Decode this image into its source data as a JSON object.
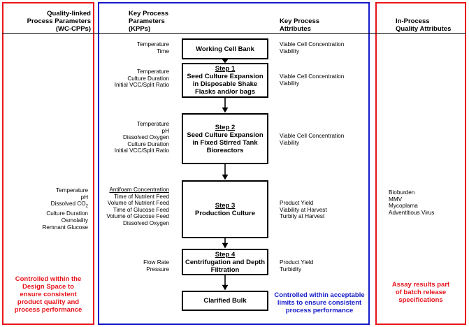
{
  "headers": {
    "wc_cpps": [
      "Quality-linked",
      "Process Parameters",
      "(WC-CPPs)"
    ],
    "kpps": [
      "Key Process",
      "Parameters",
      "(KPPs)"
    ],
    "kpas": [
      "Key Process",
      "Attributes"
    ],
    "iqa": [
      "In-Process",
      "Quality Attributes"
    ]
  },
  "colors": {
    "red": "#e8131b",
    "blue": "#1419c8",
    "black": "#000000"
  },
  "wc_cpps_list": [
    "Temperature",
    "pH",
    "Dissolved CO2",
    "Culture Duration",
    "Osmolality",
    "Remnant Glucose"
  ],
  "steps": [
    {
      "step_label": "",
      "title": [
        "Working Cell Bank"
      ],
      "kpps": [
        "Temperature",
        "Time"
      ],
      "kpas": [
        "Viable Cell Concentration",
        "Viability"
      ]
    },
    {
      "step_label": "Step 1",
      "title": [
        "Seed Culture Expansion",
        "in Disposable Shake",
        "Flasks and/or bags"
      ],
      "kpps": [
        "Temperature",
        "Culture Duration",
        "Initial VCC/Split Ratio"
      ],
      "kpas": [
        "Viable Cell Concentration",
        "Viability"
      ]
    },
    {
      "step_label": "Step 2",
      "title": [
        "Seed Culture Expansion",
        "in Fixed Stirred Tank",
        "Bioreactors"
      ],
      "kpps": [
        "Temperature",
        "pH",
        "Dissolved Oxygen",
        "Culture Duration",
        "Initial VCC/Split Ratio"
      ],
      "kpas": [
        "Viable Cell Concentration",
        "Viability"
      ]
    },
    {
      "step_label": "Step 3",
      "title": [
        "Production Culture"
      ],
      "kpps": [
        "Antifoam Concentration",
        "Time of Nutrient Feed",
        "Volume of Nutrient Feed",
        "Time of Glucose Feed",
        "Volume of Glucose Feed",
        "Dissolved Oxygen"
      ],
      "kpas": [
        "Product Yield",
        "Viability at Harvest",
        "Turbity at Harvest"
      ]
    },
    {
      "step_label": "Step 4",
      "title": [
        "Centrifugation and Depth",
        "Filtration"
      ],
      "kpps": [
        "Flow Rate",
        "Pressure"
      ],
      "kpas": [
        "Product Yield",
        "Turbidity"
      ]
    },
    {
      "step_label": "",
      "title": [
        "Clarified Bulk"
      ],
      "kpps": [],
      "kpas": []
    }
  ],
  "iqa_list": [
    "Bioburden",
    "MMV",
    "Mycoplama",
    "Adventitious Virus"
  ],
  "notes": {
    "left": [
      "Controlled within the",
      "Design Space to",
      "ensure consistent",
      "product quality and",
      "process performance"
    ],
    "middle": [
      "Controlled within acceptable",
      "limits to ensure consistent",
      "process performance"
    ],
    "right": [
      "Assay results part",
      "of batch release",
      "specifications"
    ]
  }
}
